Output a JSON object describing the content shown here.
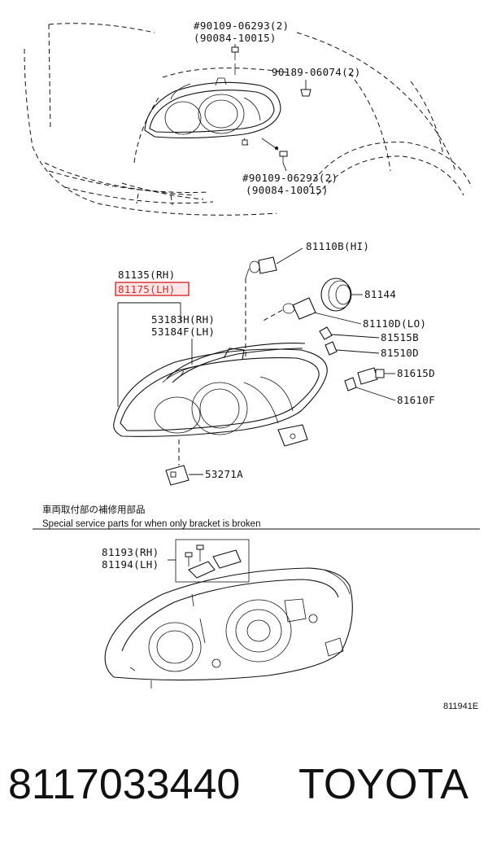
{
  "callouts": {
    "bolt_top": "#90109-06293(2)",
    "bolt_top_alt": "(90084-10015)",
    "clip": "90189-06074(2)",
    "bolt_bottom": "#90109-06293(2)",
    "bolt_bottom_alt": "(90084-10015)",
    "unit_rh": "81135(RH)",
    "unit_lh": "81175(LH)",
    "bulb_hi": "81110B(HI)",
    "cap": "81144",
    "bulb_lo": "81110D(LO)",
    "bulb_81515b": "81515B",
    "socket_81510d": "81510D",
    "bulb_81615d": "81615D",
    "socket_81610f": "81610F",
    "gasket_rh": "53183H(RH)",
    "gasket_lh": "53184F(LH)",
    "bracket_53271a": "53271A",
    "bracket_rh": "81193(RH)",
    "bracket_lh": "81194(LH)"
  },
  "notes": {
    "jp": "車両取付部の補修用部品",
    "en": "Special service parts for when only bracket is broken"
  },
  "diagram_code": "811941E",
  "footer": {
    "part_number": "8117033440",
    "brand": "TOYOTA"
  },
  "colors": {
    "highlight": "#d42a2a"
  }
}
